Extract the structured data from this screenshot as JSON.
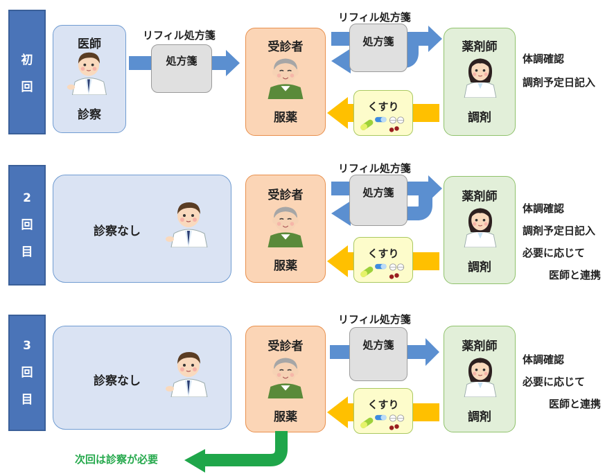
{
  "rows": [
    {
      "tab": [
        "初",
        "回"
      ],
      "doctor": {
        "title": "医師",
        "action": "診察"
      },
      "refill_label": "リフィル処方箋",
      "prescription": "処方箋",
      "patient": {
        "title": "受診者",
        "action": "服薬"
      },
      "medicine": "くすり",
      "pharmacist": {
        "title": "薬剤師",
        "action": "調剤"
      },
      "notes": [
        "体調確認",
        "調剤予定日記入"
      ]
    },
    {
      "tab": [
        "2",
        "回",
        "目"
      ],
      "doctor_none": "診察なし",
      "refill_label": "リフィル処方箋",
      "prescription": "処方箋",
      "patient": {
        "title": "受診者",
        "action": "服薬"
      },
      "medicine": "くすり",
      "pharmacist": {
        "title": "薬剤師",
        "action": "調剤"
      },
      "notes": [
        "体調確認",
        "調剤予定日記入",
        "必要に応じて",
        "医師と連携"
      ]
    },
    {
      "tab": [
        "3",
        "回",
        "目"
      ],
      "doctor_none": "診察なし",
      "refill_label": "リフィル処方箋",
      "prescription": "処方箋",
      "patient": {
        "title": "受診者",
        "action": "服薬"
      },
      "medicine": "くすり",
      "pharmacist": {
        "title": "薬剤師",
        "action": "調剤"
      },
      "notes": [
        "体調確認",
        "必要に応じて",
        "医師と連携"
      ]
    }
  ],
  "footer": {
    "next_visit": "次回は診察が必要"
  },
  "icons": [
    "doctor-icon",
    "elderly-patient-icon",
    "pharmacist-icon",
    "medicine-icon"
  ],
  "colors": {
    "tab": "#4a74b8",
    "doctor_box": "#dae3f3",
    "patient_box": "#fbd5b6",
    "pharmacist_box": "#e2efd9",
    "prescription_box": "#e0e0e0",
    "medicine_box": "#fdfccb",
    "blue_arrow": "#5b8fd0",
    "yellow_arrow": "#ffc000",
    "green_arrow": "#1fa64a",
    "green_text": "#24a84b"
  }
}
